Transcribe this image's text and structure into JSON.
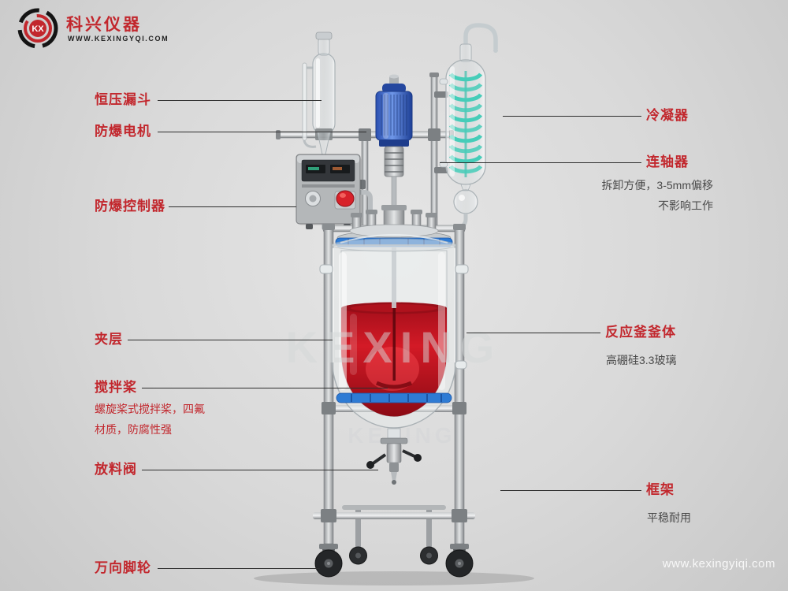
{
  "logo": {
    "brand": "科兴仪器",
    "website": "WWW.KEXINGYQI.COM",
    "monogram": "KX"
  },
  "watermark": "www.kexingyiqi.com",
  "illustration": {
    "vessel_watermark": "KEXING"
  },
  "labels": {
    "left": [
      {
        "title": "恒压漏斗"
      },
      {
        "title": "防爆电机"
      },
      {
        "title": "防爆控制器"
      },
      {
        "title": "夹层"
      },
      {
        "title": "搅拌桨",
        "desc": "螺旋桨式搅拌桨，四氟\n材质，防腐性强"
      },
      {
        "title": "放料阀"
      },
      {
        "title": "万向脚轮"
      }
    ],
    "right": [
      {
        "title": "冷凝器"
      },
      {
        "title": "连轴器",
        "desc": "拆卸方便，3-5mm偏移\n不影响工作"
      },
      {
        "title": "反应釜釜体",
        "desc": "高硼硅3.3玻璃"
      },
      {
        "title": "框架",
        "desc": "平稳耐用"
      }
    ]
  },
  "colors": {
    "accent_red": "#c2272d",
    "clamp_blue": "#2e7bd4",
    "liquid_red": "#c01420",
    "coil_teal": "#45cdb9",
    "motor_blue": "#2a4fb0",
    "background_gray": "#d9d9d9"
  }
}
